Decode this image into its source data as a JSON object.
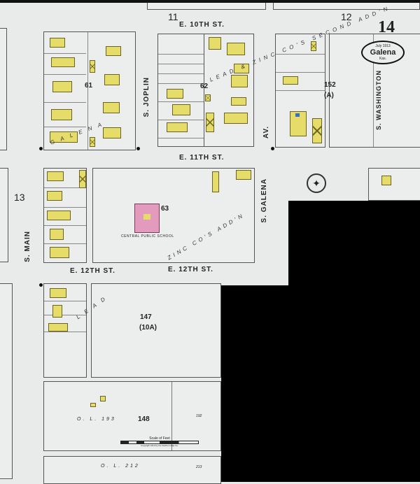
{
  "sheet_number": "14",
  "adjoining_sheets": [
    "11",
    "12",
    "13"
  ],
  "title_cartouche": {
    "date": "July 1913",
    "city": "Galena",
    "state": "Kas."
  },
  "streets": {
    "e10": "E. 10TH ST.",
    "e11": "E. 11TH ST.",
    "e12_left": "E. 12TH ST.",
    "e12_right": "E. 12TH ST.",
    "s_main": "S. MAIN",
    "s_joplin": "S. JOPLIN",
    "s_galena": "S. GALENA",
    "av": "AV.",
    "s_washington": "S. WASHINGTON"
  },
  "blocks": {
    "b61": "61",
    "b62": "62",
    "b63": "63",
    "b147": "147",
    "b147_sub": "(10A)",
    "b152": "152",
    "b152_sub": "(A)",
    "b148": "148"
  },
  "school": {
    "name": "CENTRAL PUBLIC SCHOOL"
  },
  "additions": {
    "second": "LEAD & ZINC CO'S SECOND ADD'N",
    "zinc": "ZINC CO'S ADD'N",
    "galena_left": "GALENA",
    "lead": "LEAD"
  },
  "outlots": {
    "ol193": "O. L. 193",
    "ol212": "O. L. 212",
    "n192": "192",
    "n213": "213"
  },
  "scale": {
    "label": "Scale of Feet",
    "copyright": "Copyright 1913 by the Sanborn Map Co."
  }
}
